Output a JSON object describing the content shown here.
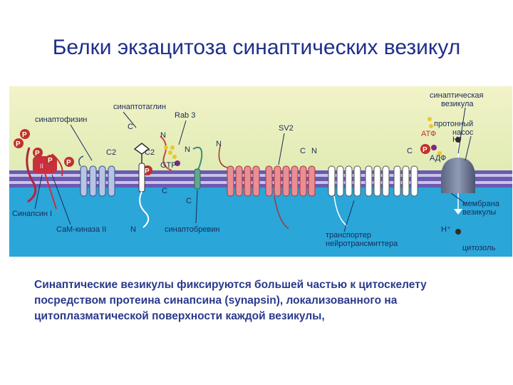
{
  "title": "Белки экзацитоза синаптических везикул",
  "figure": {
    "labels": {
      "synaptotagmin": "синаптотаглин",
      "synaptophysin": "синаптофизин",
      "rab3": "Rab 3",
      "sv2": "SV2",
      "vesicle": "синаптическая везикула",
      "vesicle_line1": "синаптическая",
      "vesicle_line2": "везикула",
      "pump_line1": "протонный",
      "pump_line2": "насос",
      "atp": "АТФ",
      "adp": "АДФ",
      "h_plus": "H⁺",
      "membrane_line1": "мембрана",
      "membrane_line2": "везикулы",
      "cytosol": "цитозоль",
      "synapsin": "Синапсин I",
      "camk": "CaM-киназа II",
      "synaptobrevin": "синаптобревин",
      "transporter_line1": "транспортер",
      "transporter_line2": "нейротрансмиттера",
      "gtp": "GTP",
      "c2a": "C2",
      "c2b": "C2",
      "n": "N",
      "c": "C",
      "p": "P"
    }
  },
  "caption": {
    "line1": "Синаптические везикулы фиксируются большей частью к цитоскелету",
    "line2": "посредством протеина синапсина (synapsin), локализованного на",
    "line3": "цитоплазматической поверхности каждой везикулы,"
  }
}
